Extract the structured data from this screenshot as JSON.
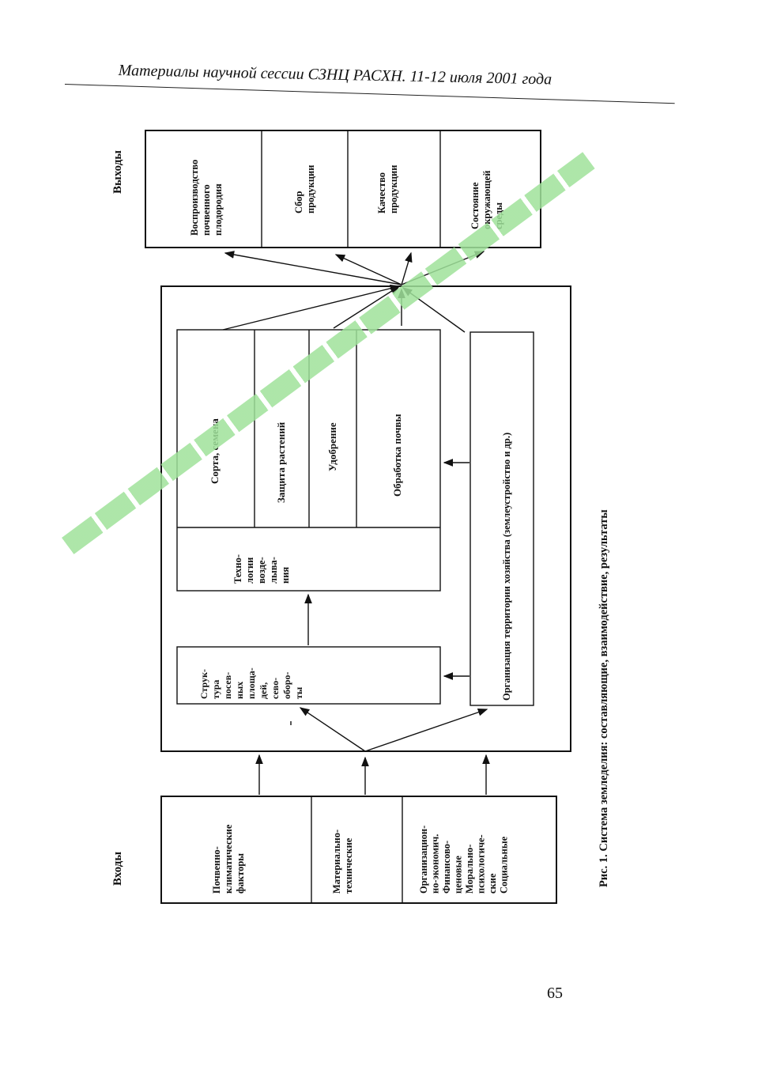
{
  "header": {
    "title": "Материалы научной сессии СЗНЦ РАСХН. 11-12 июля 2001 года"
  },
  "diagram": {
    "outputs_label": "Выходы",
    "inputs_label": "Входы",
    "outputs": [
      [
        "Воспроизводство",
        "почвенного",
        "плодородия"
      ],
      [
        "Сбор",
        "продукции"
      ],
      [
        "Качество",
        "продукции"
      ],
      [
        "Состояние",
        "окружающей",
        "среды"
      ]
    ],
    "inputs": [
      [
        "Почвенно-",
        "климатические",
        "факторы"
      ],
      [
        "Материально-",
        "технические"
      ],
      [
        "Организацион-",
        "но-экономич.",
        "Финансово-",
        "ценовые",
        "Морально-",
        "психологиче-",
        "ские",
        "Социальные"
      ]
    ],
    "tech_components": [
      "Сорта, семена",
      "Защита растений",
      "Удобрение",
      "Обработка почвы"
    ],
    "technologies_label": [
      "Техно-",
      "логии",
      "возде-",
      "лыва-",
      "ния"
    ],
    "crop_structure_label": [
      "Струк-",
      "тура",
      "посев-",
      "ных",
      "площа-",
      "дей,",
      "сево-",
      "оборо-",
      "ты"
    ],
    "organization_label": "Организация территории хозяйства (землеустройство и др.)"
  },
  "caption": "Рис. 1. Система земледелия: составляющие, взаимодействие, результаты",
  "page_number": "65"
}
